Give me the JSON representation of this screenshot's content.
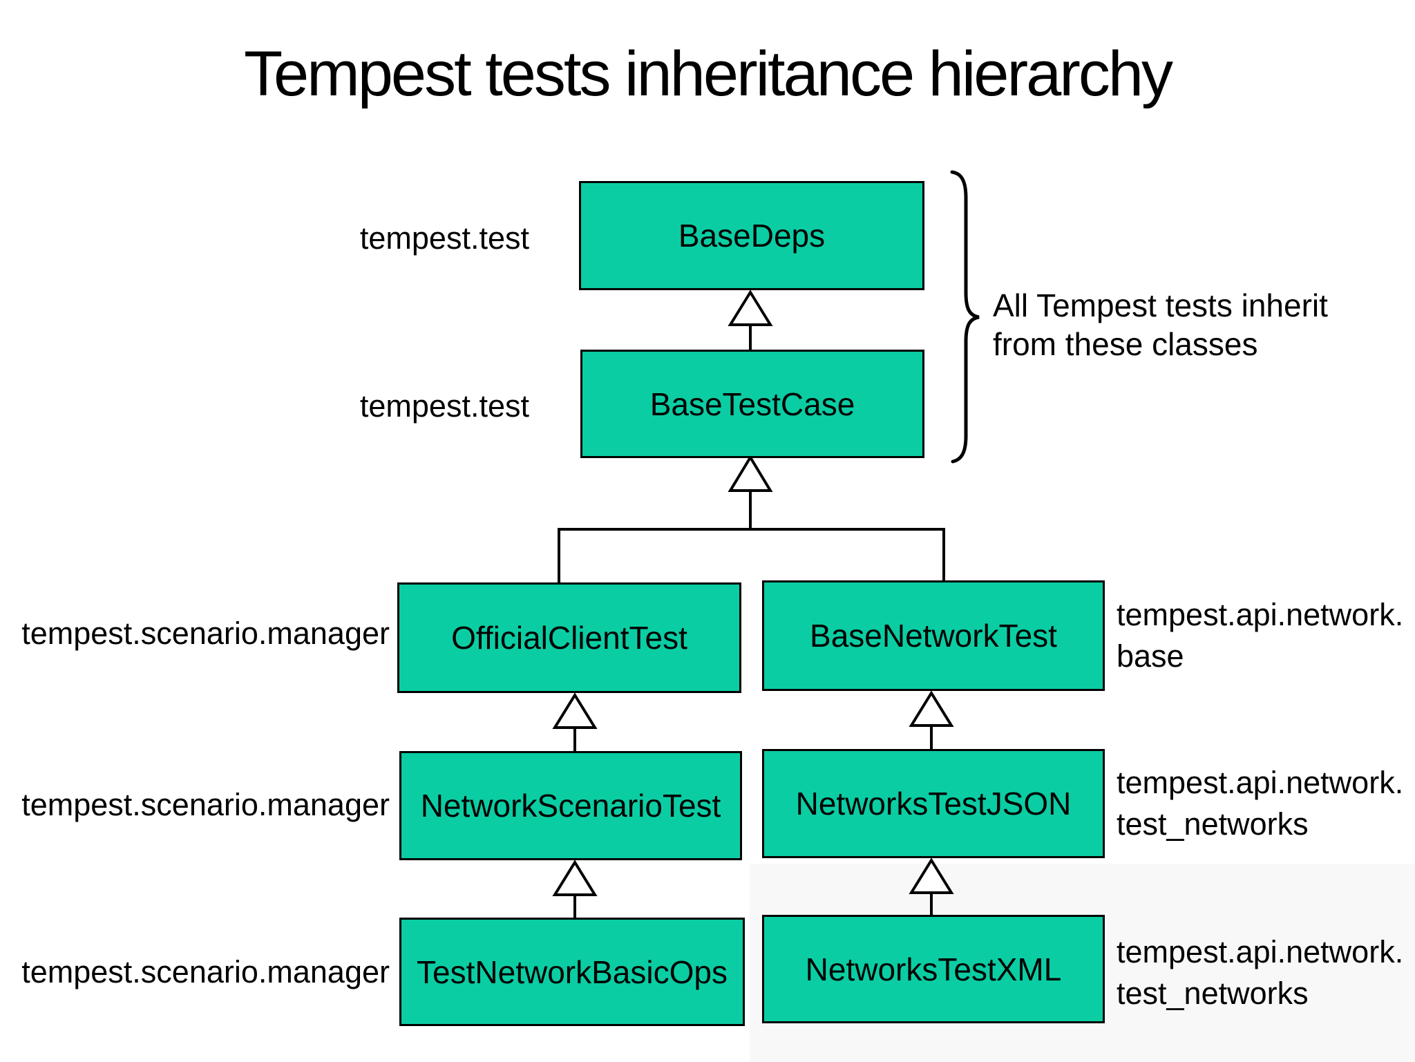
{
  "title": "Tempest tests inheritance hierarchy",
  "annotation": {
    "line1": "All Tempest tests inherit",
    "line2": "from these classes"
  },
  "colors": {
    "node_fill": "#0bcda3",
    "node_border": "#000000",
    "connector": "#000000",
    "background": "#ffffff",
    "text": "#000000"
  },
  "nodes": {
    "base_deps": {
      "label": "BaseDeps",
      "module": "tempest.test"
    },
    "base_test_case": {
      "label": "BaseTestCase",
      "module": "tempest.test"
    },
    "official_client_test": {
      "label": "OfficialClientTest",
      "module": "tempest.scenario.manager"
    },
    "base_network_test": {
      "label": "BaseNetworkTest",
      "module_line1": "tempest.api.network.",
      "module_line2": "base"
    },
    "network_scenario_test": {
      "label": "NetworkScenarioTest",
      "module": "tempest.scenario.manager"
    },
    "networks_test_json": {
      "label": "NetworksTestJSON",
      "module_line1": "tempest.api.network.",
      "module_line2": "test_networks"
    },
    "test_network_basic_ops": {
      "label": "TestNetworkBasicOps",
      "module": "tempest.scenario.manager"
    },
    "networks_test_xml": {
      "label": "NetworksTestXML",
      "module_line1": "tempest.api.network.",
      "module_line2": "test_networks"
    }
  },
  "edges": [
    {
      "from": "BaseTestCase",
      "to": "BaseDeps",
      "type": "inheritance"
    },
    {
      "from": "OfficialClientTest",
      "to": "BaseTestCase",
      "type": "inheritance"
    },
    {
      "from": "BaseNetworkTest",
      "to": "BaseTestCase",
      "type": "inheritance"
    },
    {
      "from": "NetworkScenarioTest",
      "to": "OfficialClientTest",
      "type": "inheritance"
    },
    {
      "from": "NetworksTestJSON",
      "to": "BaseNetworkTest",
      "type": "inheritance"
    },
    {
      "from": "TestNetworkBasicOps",
      "to": "NetworkScenarioTest",
      "type": "inheritance"
    },
    {
      "from": "NetworksTestXML",
      "to": "NetworksTestJSON",
      "type": "inheritance"
    }
  ]
}
